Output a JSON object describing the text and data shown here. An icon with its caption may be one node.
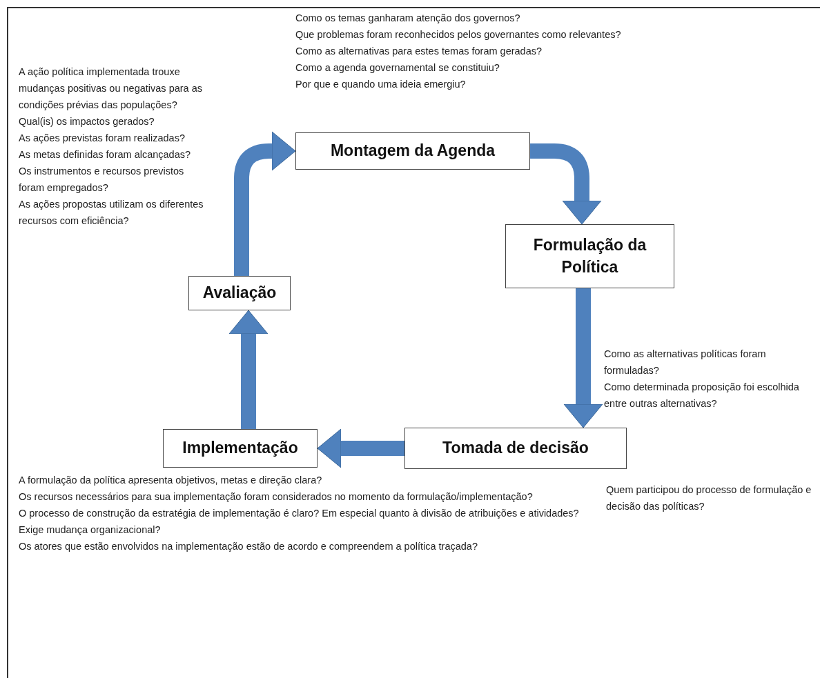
{
  "diagram": {
    "nodes": [
      {
        "text": [
          "Montagem da Agenda"
        ],
        "beside": [
          "Como os temas ganharam atenção dos governos?",
          "Que problemas foram reconhecidos pelos governantes como relevantes?",
          "Como as alternativas para estes temas foram geradas?",
          "Como a agenda governamental se constituiu?",
          "Por que e quando uma ideia emergiu?"
        ]
      },
      {
        "text": [
          "Formulação da Política"
        ],
        "beside": [
          "Como as alternativas políticas foram formuladas?",
          "Como determinada proposição foi escolhida entre outras alternativas?"
        ]
      },
      {
        "text": [
          "Tomada de decisão"
        ],
        "beside": [
          "Quem participou do processo de formulação e decisão das políticas?"
        ]
      },
      {
        "text": [
          "Implementação"
        ],
        "beside": [
          "A formulação da política apresenta objetivos, metas e direção clara?",
          "Os recursos necessários para sua implementação foram considerados no momento da formulação/implementação?",
          "O processo de construção da estratégia de implementação é claro? Em especial quanto à divisão de atribuições e atividades? Exige mudança organizacional?",
          "Os atores que estão envolvidos na implementação estão de acordo e compreendem a política traçada?"
        ]
      },
      {
        "text": [
          "Avaliação"
        ],
        "beside": [
          "A ação política implementada trouxe mudanças positivas ou negativas para as condições prévias das populações?",
          "Qual(is) os impactos gerados?",
          "As ações previstas foram realizadas?",
          "As metas definidas foram alcançadas? Os instrumentos e recursos previstos foram empregados?",
          "As ações propostas utilizam os diferentes recursos com eficiência?"
        ]
      }
    ],
    "edges": [
      {
        "from": 0,
        "to": 1,
        "arrow": "to"
      },
      {
        "from": 1,
        "to": 2,
        "arrow": "to"
      },
      {
        "from": 2,
        "to": 3,
        "arrow": "to"
      },
      {
        "from": 3,
        "to": 4,
        "arrow": "to"
      },
      {
        "from": 4,
        "to": 0,
        "arrow": "to"
      }
    ]
  }
}
